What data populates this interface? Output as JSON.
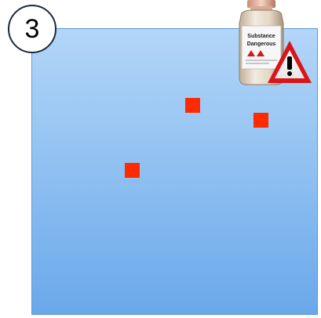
{
  "step": {
    "number": "3"
  },
  "markers": [
    {
      "id": "marker-1"
    },
    {
      "id": "marker-2"
    },
    {
      "id": "marker-3"
    }
  ],
  "colors": {
    "panel_top": "#b3d6f8",
    "panel_bottom": "#6aa8ea",
    "panel_border": "#5b9bd5",
    "marker": "#ff2a00",
    "warning_red": "#d8161a"
  },
  "bottle": {
    "label_text": "Substance Dangerous",
    "icon": "warning-triangle-icon"
  }
}
